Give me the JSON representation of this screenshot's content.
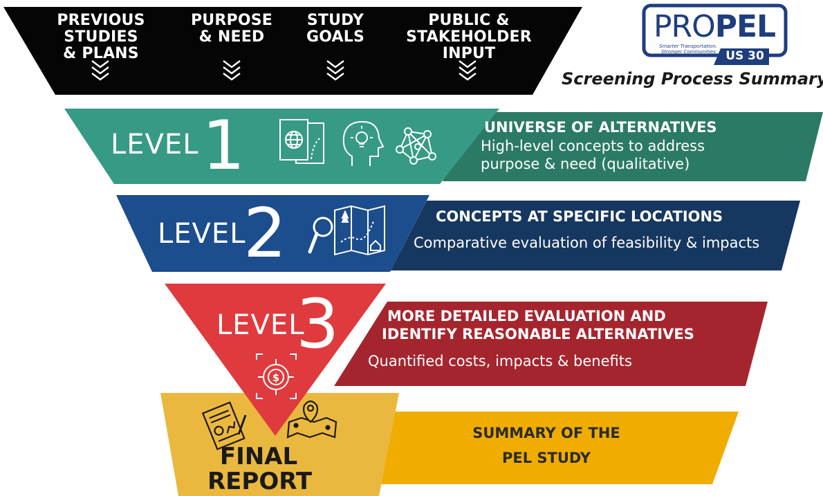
{
  "header": {
    "items": [
      {
        "line1": "PREVIOUS STUDIES",
        "line2": "& PLANS"
      },
      {
        "line1": "PURPOSE",
        "line2": "& NEED"
      },
      {
        "line1": "STUDY",
        "line2": "GOALS"
      },
      {
        "line1": "PUBLIC &",
        "line2": "STAKEHOLDER INPUT"
      }
    ]
  },
  "brand": {
    "name_part1": "PRO",
    "name_part2": "PEL",
    "tagline_line1": "Smarter Transportation.",
    "tagline_line2": "Stronger Communities.",
    "route": "US 30",
    "subtitle": "Screening Process Summary"
  },
  "levels": [
    {
      "word": "LEVEL",
      "number": "1",
      "title": "UNIVERSE OF ALTERNATIVES",
      "desc_line1": "High-level concepts to address",
      "desc_line2": "purpose & need (qualitative)",
      "color_funnel": "#379a85",
      "color_banner": "#2b7a65"
    },
    {
      "word": "LEVEL",
      "number": "2",
      "title": "CONCEPTS AT SPECIFIC LOCATIONS",
      "desc_line1": "Comparative evaluation of feasibility & impacts",
      "color_funnel": "#1c4d8c",
      "color_banner": "#16375f"
    },
    {
      "word": "LEVEL",
      "number": "3",
      "title_line1": "MORE DETAILED EVALUATION AND",
      "title_line2": "IDENTIFY REASONABLE ALTERNATIVES",
      "desc_line1": "Quantified costs, impacts & benefits",
      "color_funnel": "#df3a3e",
      "color_banner": "#a5252e"
    }
  ],
  "final": {
    "line1": "FINAL",
    "line2": "REPORT",
    "summary_line1": "SUMMARY OF THE",
    "summary_line2": "PEL STUDY",
    "color_box": "#ebb83f",
    "color_banner": "#f0ad00"
  },
  "icons": {
    "header_chevrons": "triple-chevron-down-icon",
    "level1": [
      "globe-document-icon",
      "lightbulb-head-icon",
      "network-nodes-icon"
    ],
    "level2": [
      "magnifier-icon",
      "folded-map-icon"
    ],
    "level3": [
      "target-dollar-icon"
    ],
    "final": [
      "report-document-icon",
      "map-pin-icon"
    ]
  }
}
